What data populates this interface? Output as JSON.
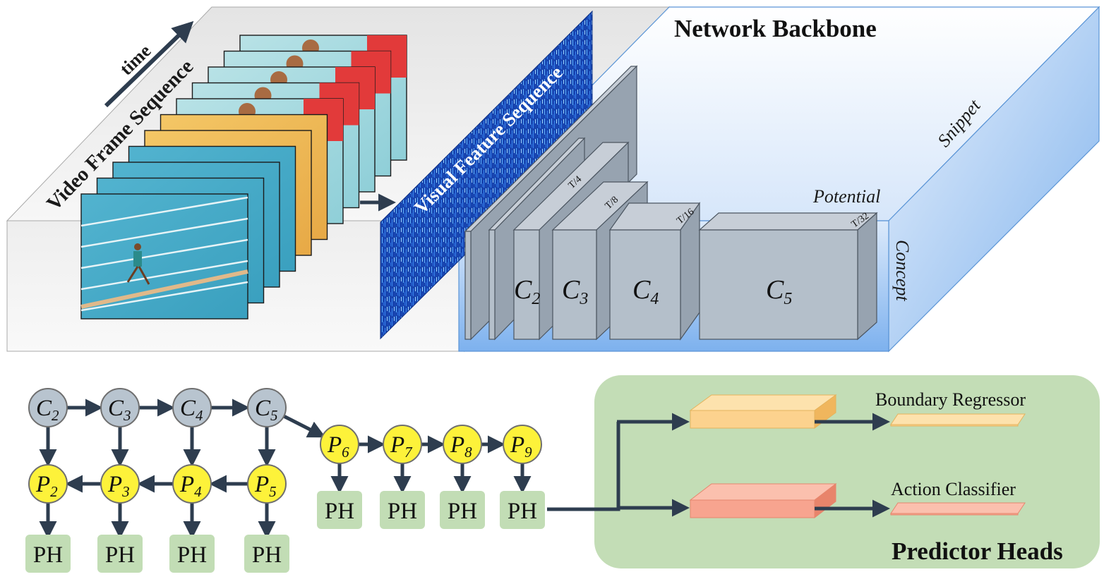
{
  "backbone": {
    "title": "Network Backbone",
    "time_label": "time",
    "video_label": "Video Frame Sequence",
    "feature_label": "Visual Feature Sequence",
    "axis_snippet": "Snippet",
    "axis_potential": "Potential",
    "axis_concept": "Concept",
    "stages": [
      {
        "letter": "C",
        "sub": "2",
        "scale": "T/4"
      },
      {
        "letter": "C",
        "sub": "3",
        "scale": "T/8"
      },
      {
        "letter": "C",
        "sub": "4",
        "scale": "T/16"
      },
      {
        "letter": "C",
        "sub": "5",
        "scale": "T/32"
      }
    ]
  },
  "pyramid": {
    "c_nodes": [
      {
        "letter": "C",
        "sub": "2"
      },
      {
        "letter": "C",
        "sub": "3"
      },
      {
        "letter": "C",
        "sub": "4"
      },
      {
        "letter": "C",
        "sub": "5"
      }
    ],
    "p_nodes": [
      {
        "letter": "P",
        "sub": "2"
      },
      {
        "letter": "P",
        "sub": "3"
      },
      {
        "letter": "P",
        "sub": "4"
      },
      {
        "letter": "P",
        "sub": "5"
      }
    ],
    "p_extra": [
      {
        "letter": "P",
        "sub": "6"
      },
      {
        "letter": "P",
        "sub": "7"
      },
      {
        "letter": "P",
        "sub": "8"
      },
      {
        "letter": "P",
        "sub": "9"
      }
    ],
    "head_label": "PH"
  },
  "heads": {
    "title": "Predictor Heads",
    "boundary": "Boundary Regressor",
    "action": "Action Classifier"
  },
  "colors": {
    "c_node": "#b8c4cf",
    "p_node": "#fdf23a",
    "ph_box": "#c2ddb5",
    "heads_panel": "#c3ddb6",
    "arrow": "#2e3d4f",
    "boundary_box": "#fcd28e",
    "action_box": "#f7a48f",
    "feature_blue": "#1a49b8"
  }
}
